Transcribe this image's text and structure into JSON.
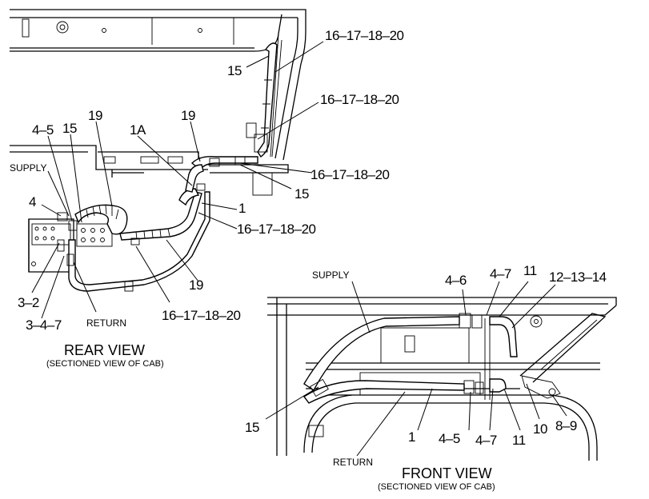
{
  "rear_view": {
    "title": "REAR VIEW",
    "subtitle": "(SECTIONED VIEW OF CAB)",
    "labels": {
      "supply": "SUPPLY",
      "return": "RETURN",
      "c4_5": "4–5",
      "c15_left": "15",
      "c19_top": "19",
      "c1a": "1A",
      "c19_mid": "19",
      "c15_upper": "15",
      "c16_a": "16–17–18–20",
      "c16_b": "16–17–18–20",
      "c16_c": "16–17–18–20",
      "c15_right": "15",
      "c1": "1",
      "c16_d": "16–17–18–20",
      "c4": "4",
      "c19_bottom": "19",
      "c3_2": "3–2",
      "c3_4_7": "3–4–7",
      "c16_e": "16–17–18–20"
    }
  },
  "front_view": {
    "title": "FRONT VIEW",
    "subtitle": "(SECTIONED VIEW OF CAB)",
    "labels": {
      "supply": "SUPPLY",
      "return": "RETURN",
      "c4_6": "4–6",
      "c4_7_top": "4–7",
      "c11_top": "11",
      "c12_13_14": "12–13–14",
      "c15": "15",
      "c1": "1",
      "c4_5": "4–5",
      "c4_7_bottom": "4–7",
      "c11_bottom": "11",
      "c10": "10",
      "c8_9": "8–9"
    }
  }
}
